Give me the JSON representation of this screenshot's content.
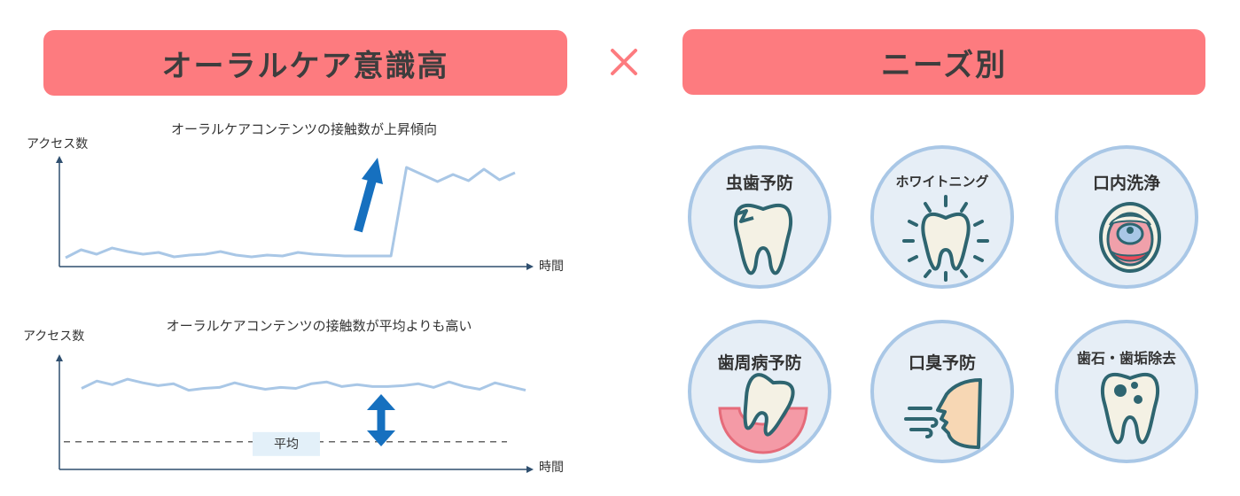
{
  "header": {
    "left_title": "オーラルケア意識高",
    "times_symbol": "×",
    "right_title": "ニーズ別"
  },
  "colors": {
    "banner": "#fd7b7f",
    "line": "#a9c7e6",
    "arrow": "#1670bf",
    "axis": "#2f4f6f",
    "circle_fill": "#e6eef6",
    "circle_border": "#a9c7e6"
  },
  "chart_data": [
    {
      "type": "line",
      "title": "オーラルケアコンテンツの接触数が上昇傾向",
      "ylabel": "アクセス数",
      "xlabel": "時間",
      "series": [
        {
          "values": [
            10,
            19,
            14,
            21,
            17,
            14,
            16,
            11,
            13,
            14,
            17,
            13,
            11,
            13,
            12,
            16,
            14,
            13,
            12,
            12,
            12,
            12,
            112,
            104,
            96,
            104,
            97,
            110,
            98,
            106
          ]
        }
      ],
      "ylim": [
        0,
        125
      ],
      "annotation": "up-arrow"
    },
    {
      "type": "line",
      "title": "オーラルケアコンテンツの接触数が平均よりも高い",
      "ylabel": "アクセス数",
      "xlabel": "時間",
      "series": [
        {
          "values": [
            88,
            96,
            92,
            98,
            94,
            91,
            93,
            86,
            88,
            89,
            94,
            90,
            87,
            89,
            88,
            93,
            95,
            90,
            92,
            90,
            90,
            91,
            93,
            89,
            95,
            90,
            87,
            94,
            90,
            86
          ]
        }
      ],
      "reference_line_label": "平均",
      "reference_value": 30,
      "ylim": [
        0,
        125
      ],
      "annotation": "double-arrow"
    }
  ],
  "needs": [
    {
      "label": "虫歯予防",
      "icon": "cavity-tooth-icon"
    },
    {
      "label": "ホワイトニング",
      "icon": "shining-tooth-icon"
    },
    {
      "label": "口内洗浄",
      "icon": "open-mouth-icon"
    },
    {
      "label": "歯周病予防",
      "icon": "gum-tooth-icon"
    },
    {
      "label": "口臭予防",
      "icon": "breath-face-icon"
    },
    {
      "label": "歯石・歯垢除去",
      "icon": "plaque-tooth-icon"
    }
  ]
}
